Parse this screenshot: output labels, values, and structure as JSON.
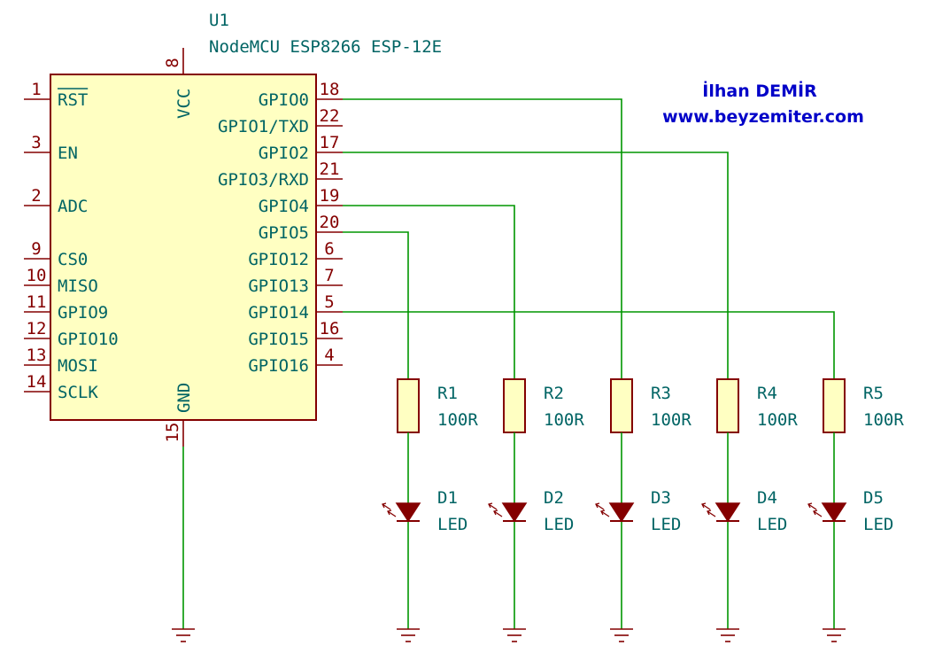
{
  "ic": {
    "ref": "U1",
    "value": "NodeMCU ESP8266 ESP-12E",
    "vcc": {
      "label": "VCC",
      "pin": "8"
    },
    "gnd": {
      "label": "GND",
      "pin": "15"
    },
    "left_pins": [
      {
        "label": "RST",
        "pin": "1",
        "overbar": true
      },
      {
        "label": "EN",
        "pin": "3"
      },
      {
        "label": "ADC",
        "pin": "2"
      },
      {
        "label": "CS0",
        "pin": "9"
      },
      {
        "label": "MISO",
        "pin": "10"
      },
      {
        "label": "GPIO9",
        "pin": "11"
      },
      {
        "label": "GPIO10",
        "pin": "12"
      },
      {
        "label": "MOSI",
        "pin": "13"
      },
      {
        "label": "SCLK",
        "pin": "14"
      }
    ],
    "right_pins": [
      {
        "label": "GPIO0",
        "pin": "18"
      },
      {
        "label": "GPIO1/TXD",
        "pin": "22"
      },
      {
        "label": "GPIO2",
        "pin": "17"
      },
      {
        "label": "GPIO3/RXD",
        "pin": "21"
      },
      {
        "label": "GPIO4",
        "pin": "19"
      },
      {
        "label": "GPIO5",
        "pin": "20"
      },
      {
        "label": "GPIO12",
        "pin": "6"
      },
      {
        "label": "GPIO13",
        "pin": "7"
      },
      {
        "label": "GPIO14",
        "pin": "5"
      },
      {
        "label": "GPIO15",
        "pin": "16"
      },
      {
        "label": "GPIO16",
        "pin": "4"
      }
    ]
  },
  "branches": [
    {
      "resistor": "R1",
      "resistor_value": "100R",
      "led": "D1",
      "led_value": "LED",
      "gpio": "GPIO5"
    },
    {
      "resistor": "R2",
      "resistor_value": "100R",
      "led": "D2",
      "led_value": "LED",
      "gpio": "GPIO4"
    },
    {
      "resistor": "R3",
      "resistor_value": "100R",
      "led": "D3",
      "led_value": "LED",
      "gpio": "GPIO0"
    },
    {
      "resistor": "R4",
      "resistor_value": "100R",
      "led": "D4",
      "led_value": "LED",
      "gpio": "GPIO2"
    },
    {
      "resistor": "R5",
      "resistor_value": "100R",
      "led": "D5",
      "led_value": "LED",
      "gpio": "GPIO14"
    }
  ],
  "author": {
    "name": "İlhan DEMİR",
    "website": "www.beyzemiter.com"
  },
  "colors": {
    "component_body": "#ffffc2",
    "component_outline": "#840000",
    "wire": "#009600",
    "text": "#006464",
    "pin_number": "#840000",
    "author": "#0000c8"
  }
}
